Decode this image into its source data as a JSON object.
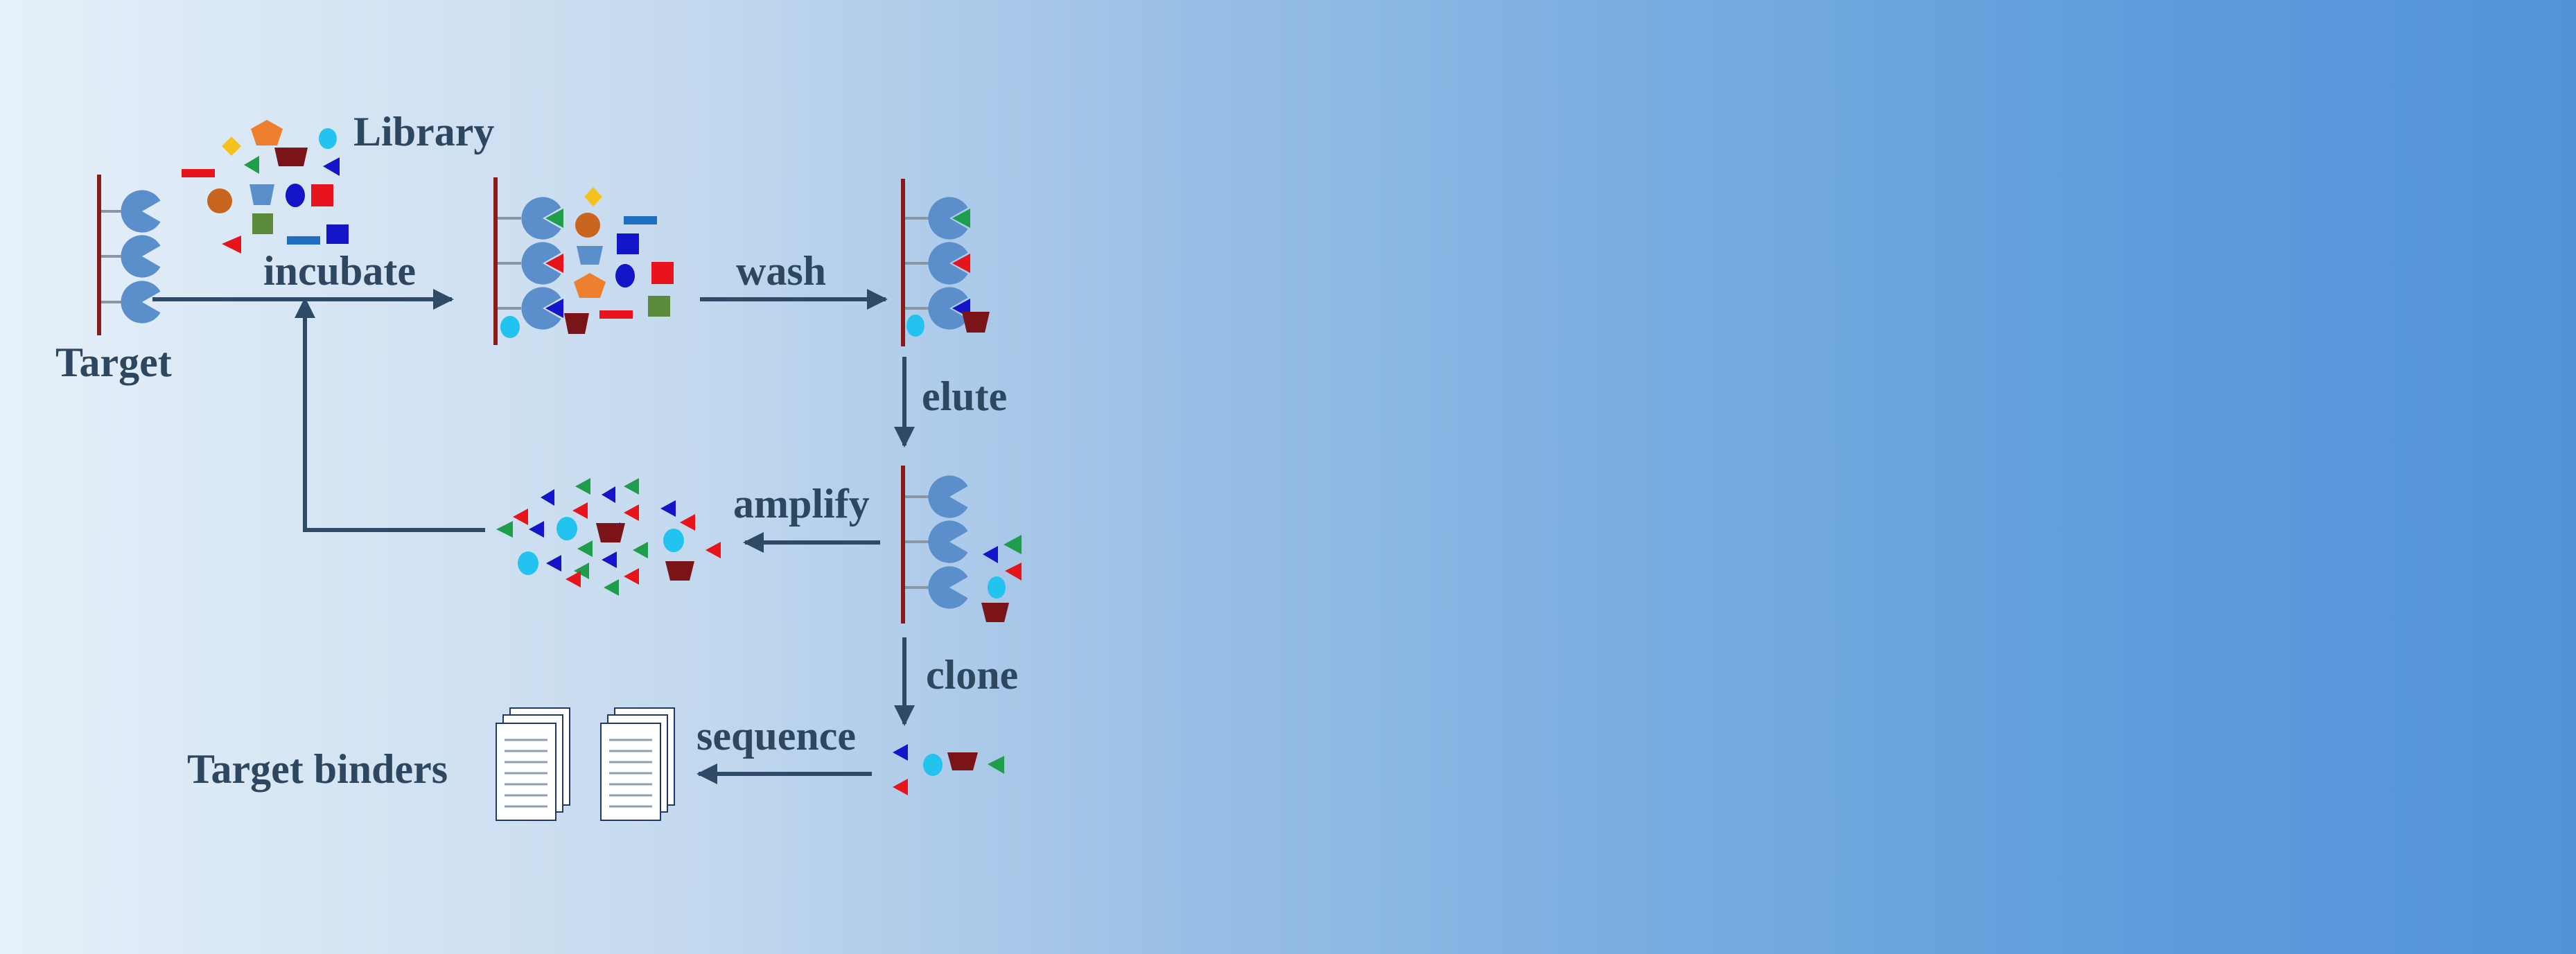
{
  "labels": {
    "library": "Library",
    "target": "Target",
    "incubate": "incubate",
    "wash": "wash",
    "elute": "elute",
    "amplify": "amplify",
    "clone": "clone",
    "sequence": "sequence",
    "target_binders": "Target binders"
  },
  "colors": {
    "arrow": "#2e4a66",
    "label": "#2e4760",
    "bar": "#8b1a1a",
    "receptor": "#5b8fcc",
    "green": "#1e9e4a",
    "red": "#e8141c",
    "blue": "#1414c8",
    "cyan": "#22c3ee",
    "maroon": "#7a1418",
    "orange": "#ee7f2e",
    "yellow": "#f5c21b",
    "olive": "#5a8a3a",
    "steel": "#1e6fc4"
  }
}
